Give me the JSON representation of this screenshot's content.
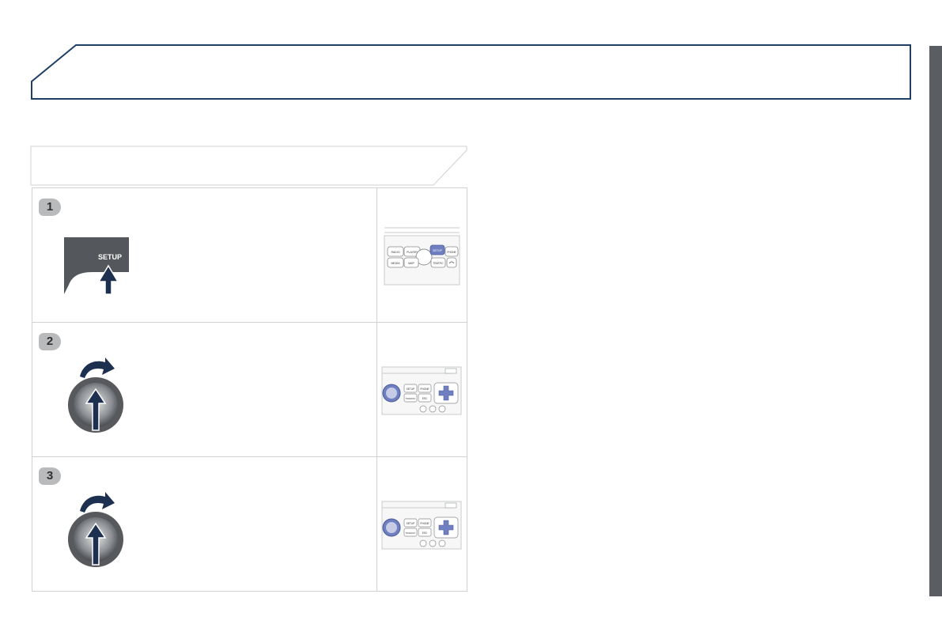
{
  "page": {
    "colors": {
      "banner_border": "#1f3f66",
      "right_bar": "#5a5d61",
      "panel_border": "#cfd1d3",
      "arrow": "#1e3050",
      "badge": "#b8babc",
      "setup_button": "#54575b",
      "highlight": "#6f7fbf"
    }
  },
  "steps": [
    {
      "number": "1",
      "icon": "setup-button-press",
      "button_label": "SETUP",
      "thumbnail": {
        "type": "front-panel-radio",
        "labels": [
          "RADIO",
          "PLAYER",
          "SETUP",
          "PHONE",
          "MEDIA",
          "MAP",
          "TRAFFIC"
        ]
      }
    },
    {
      "number": "2",
      "icon": "rotary-knob-turn-press",
      "thumbnail": {
        "type": "front-panel-knob",
        "labels": [
          "SETUP",
          "PHONE",
          "TRAFFIC",
          "ESC"
        ]
      }
    },
    {
      "number": "3",
      "icon": "rotary-knob-turn-press",
      "thumbnail": {
        "type": "front-panel-knob",
        "labels": [
          "SETUP",
          "PHONE",
          "TRAFFIC",
          "ESC"
        ]
      }
    }
  ]
}
